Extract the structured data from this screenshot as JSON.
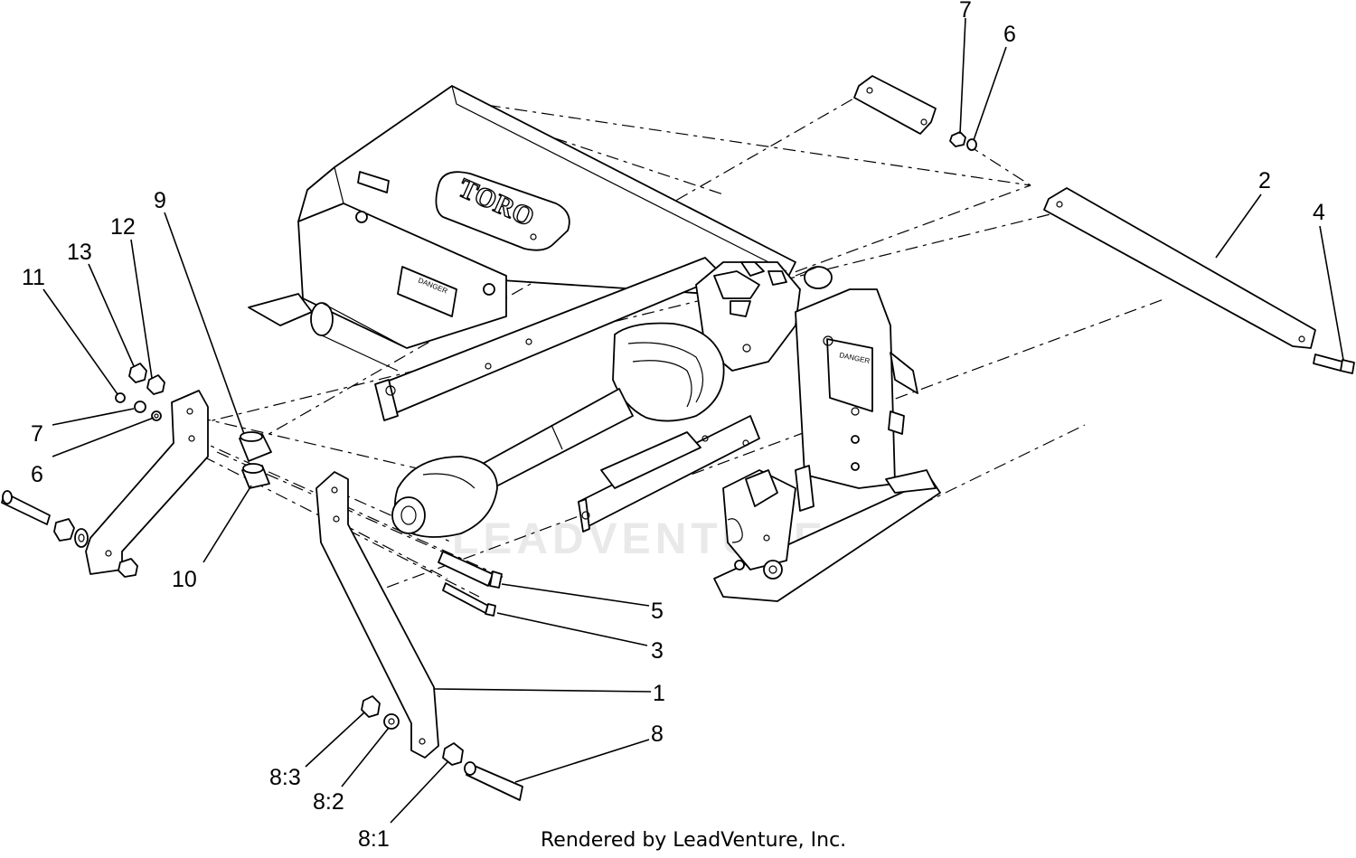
{
  "watermark": "LEADVENTURE",
  "credit": "Rendered by LeadVenture, Inc.",
  "brand_logo": "TORO",
  "decals": {
    "left_danger": "DANGER",
    "right_danger": "DANGER"
  },
  "callouts": {
    "c1": "1",
    "c2": "2",
    "c3": "3",
    "c4": "4",
    "c5": "5",
    "c6_left": "6",
    "c6_top": "6",
    "c7_left": "7",
    "c7_top": "7",
    "c8": "8",
    "c8_1": "8:1",
    "c8_2": "8:2",
    "c8_3": "8:3",
    "c9": "9",
    "c10": "10",
    "c11": "11",
    "c12": "12",
    "c13": "13"
  }
}
